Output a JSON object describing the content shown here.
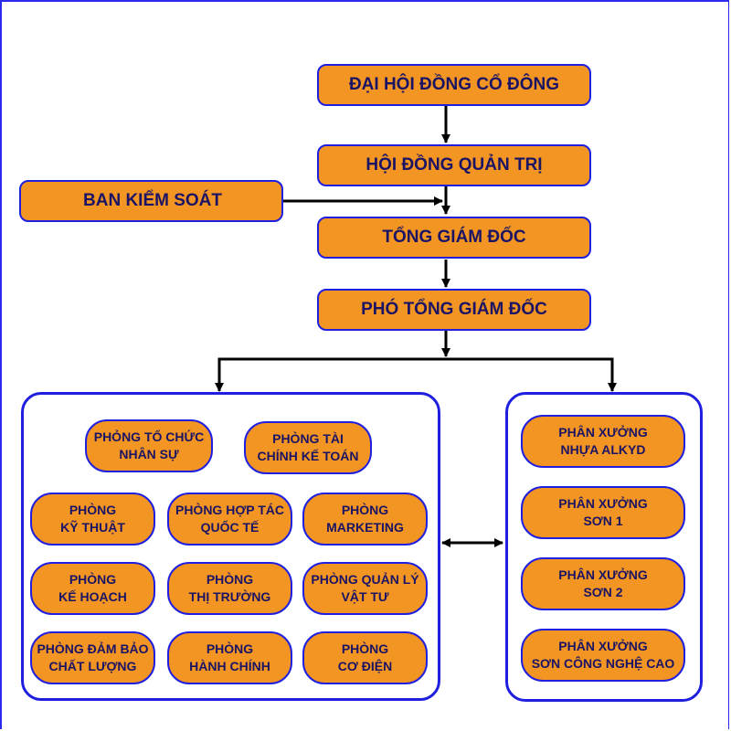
{
  "colors": {
    "node_fill": "#f29523",
    "node_border": "#1f1fe0",
    "text": "#1b1464",
    "connector": "#000000"
  },
  "hierarchy": {
    "shareholders": "ĐẠI HỘI ĐỒNG CỔ ĐÔNG",
    "board": "HỘI ĐỒNG QUẢN TRỊ",
    "supervisory": "BAN KIỂM SOÁT",
    "ceo": "TỔNG GIÁM ĐỐC",
    "deputy_ceo": "PHÓ TỔNG GIÁM ĐỐC"
  },
  "departments": [
    "PHỎNG TỔ CHỨC\nNHÂN SỰ",
    "PHÒNG TÀI\nCHÍNH KẾ TOÁN",
    "PHÒNG\nKỸ THUẬT",
    "PHÒNG HỢP TÁC\nQUỐC TẾ",
    "PHÒNG\nMARKETING",
    "PHÒNG\nKẾ HOẠCH",
    "PHÒNG\nTHỊ TRƯỜNG",
    "PHÒNG QUẢN LÝ\nVẬT TƯ",
    "PHÒNG ĐẢM BẢO\nCHẤT LƯỢNG",
    "PHÒNG\nHÀNH CHÍNH",
    "PHÒNG\nCƠ ĐIỆN"
  ],
  "workshops": [
    "PHÂN XƯỞNG\nNHỰA ALKYD",
    "PHÂN XƯỞNG\nSƠN 1",
    "PHÂN XƯỞNG\nSƠN 2",
    "PHÂN XƯỞNG\nSƠN CÔNG NGHỆ CAO"
  ]
}
